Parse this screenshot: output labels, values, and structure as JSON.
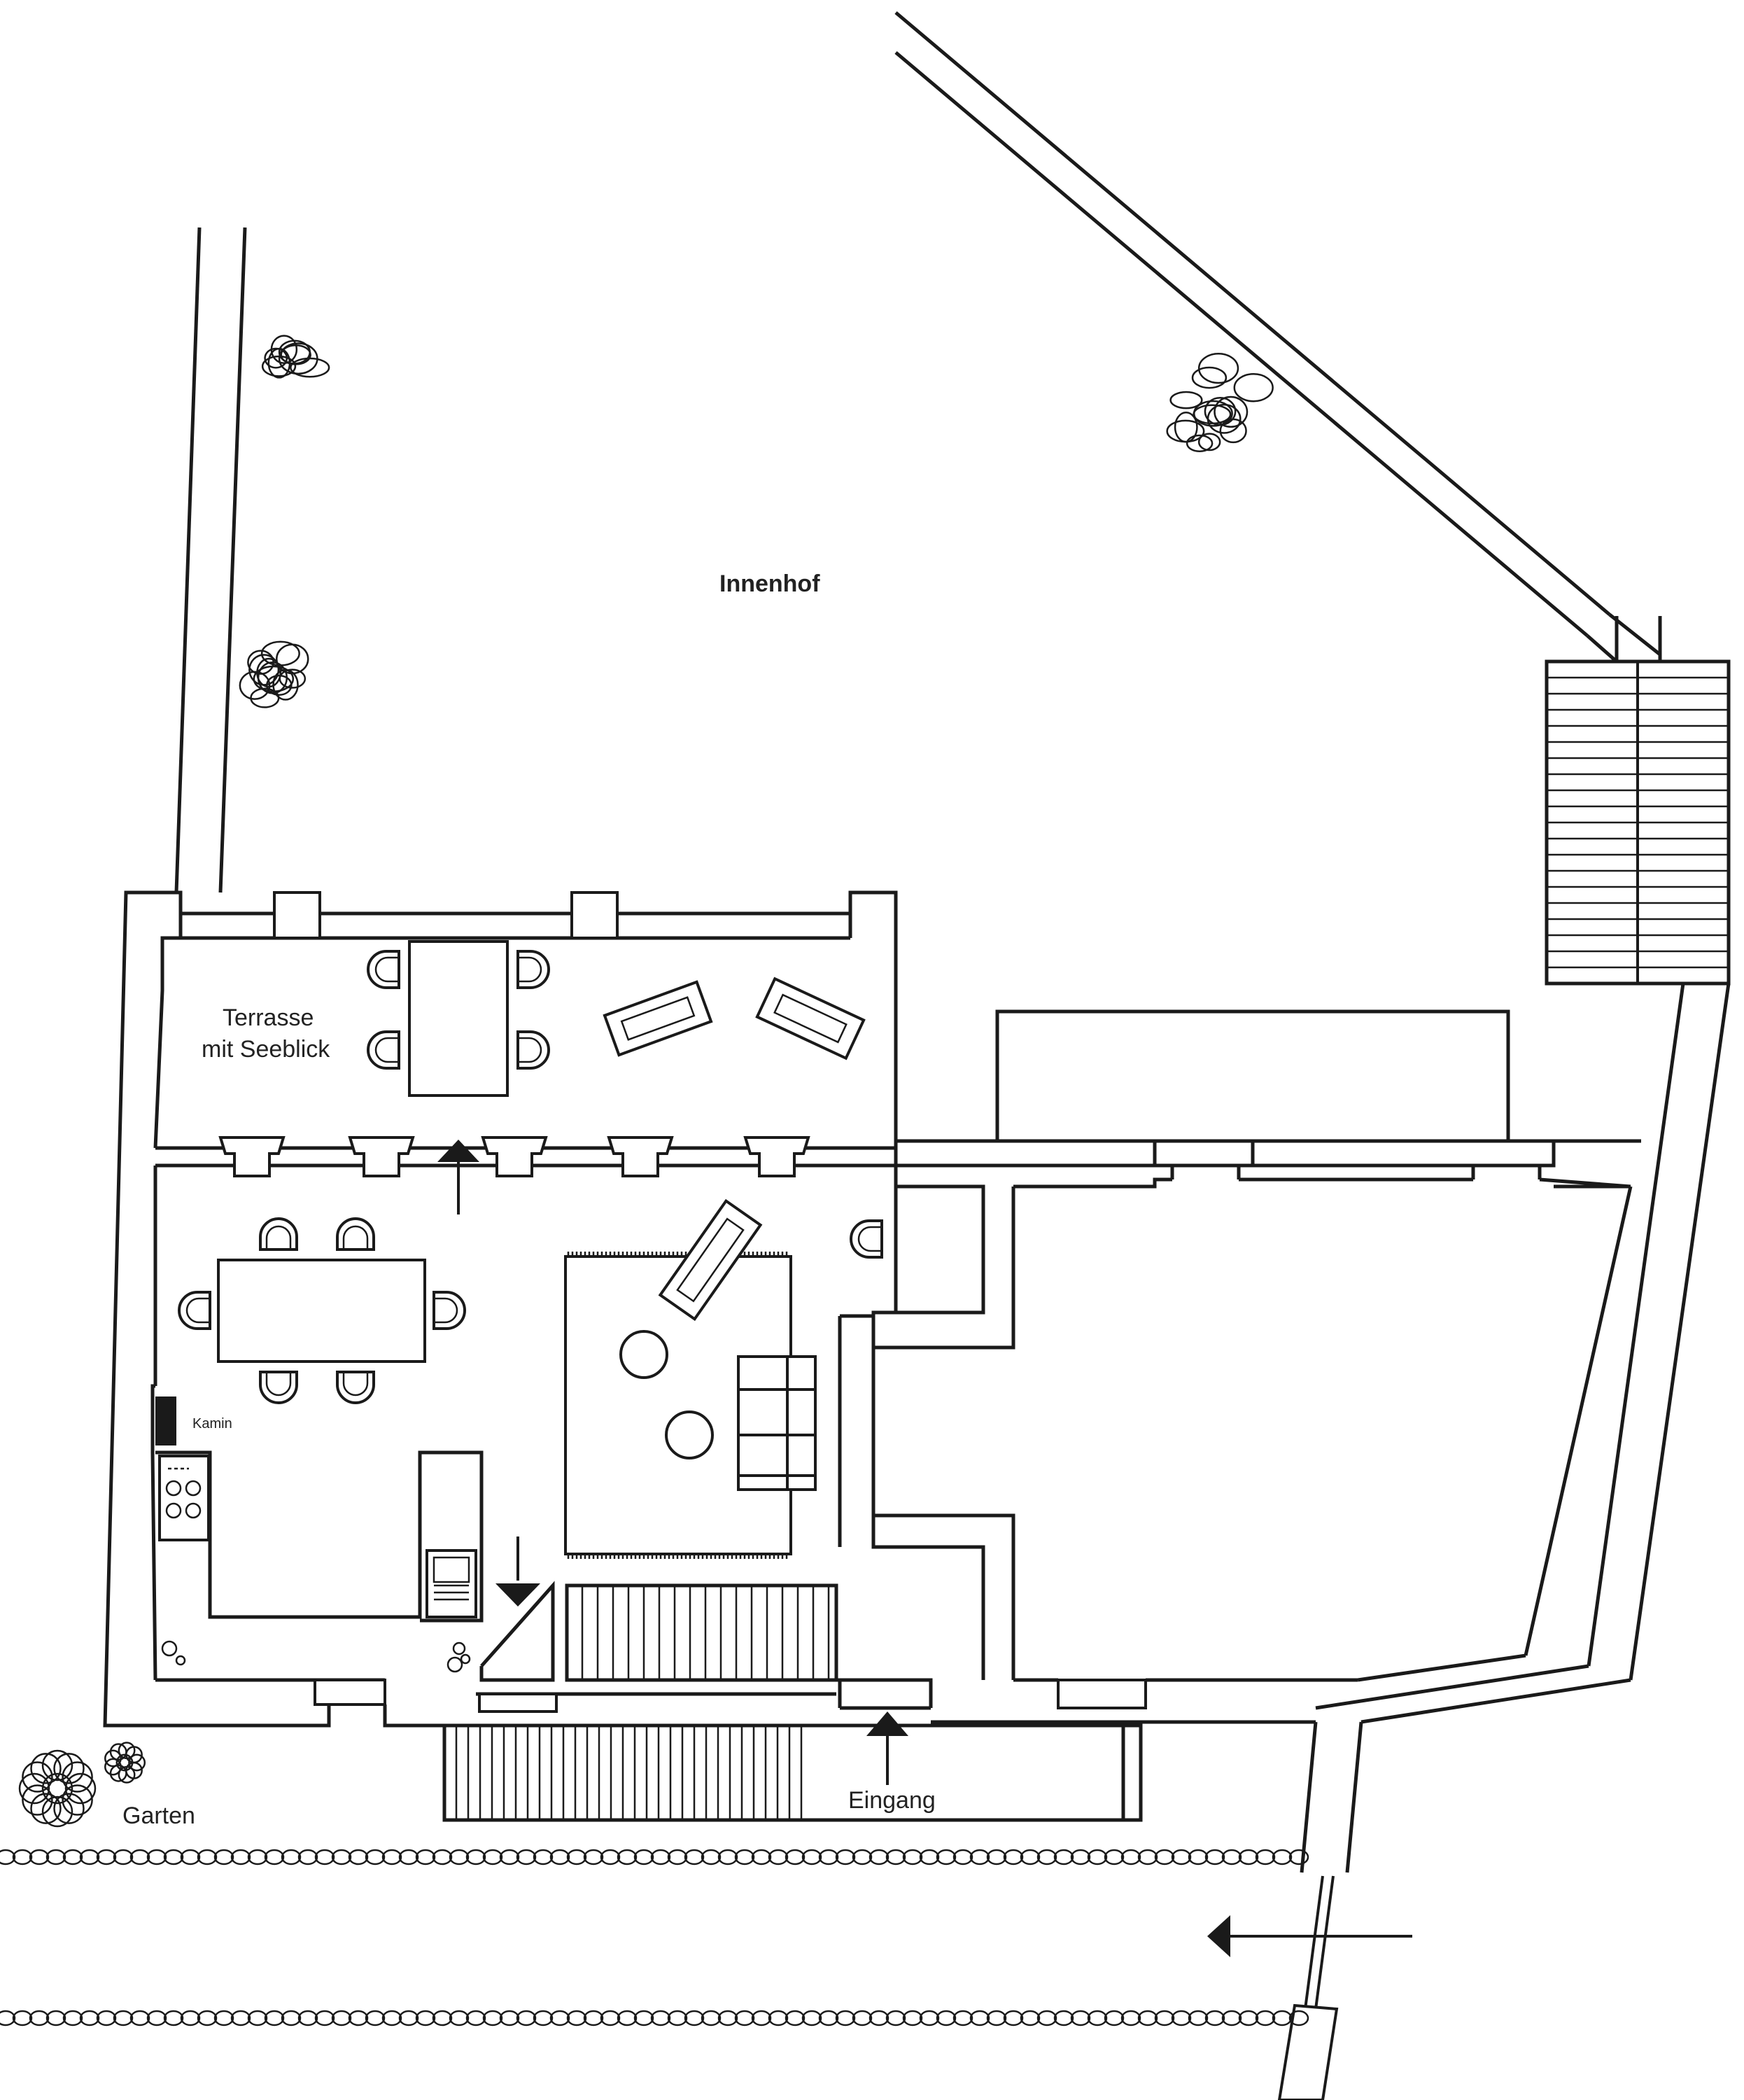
{
  "labels": {
    "courtyard": "Innenhof",
    "terrace_line1": "Terrasse",
    "terrace_line2": "mit Seeblick",
    "fireplace": "Kamin",
    "garden": "Garten",
    "entrance": "Eingang"
  },
  "colors": {
    "line": "#1a1a1a",
    "background": "#ffffff",
    "text": "#222222"
  }
}
